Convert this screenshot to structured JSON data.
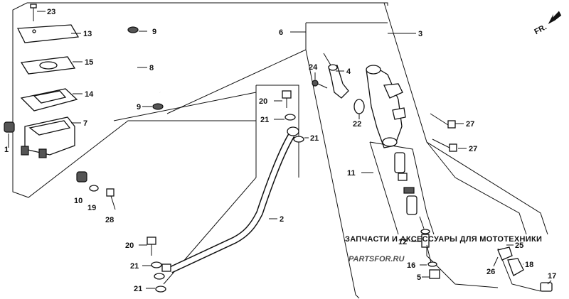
{
  "direction_label": "FR.",
  "watermark": {
    "caption": "ЗАПЧАСТИ И АКСЕССУАРЫ ДЛЯ МОТОТЕХНИКИ",
    "brand": "PARTSFOR.RU"
  },
  "callouts": {
    "c1": "1",
    "c2": "2",
    "c3": "3",
    "c4": "4",
    "c5": "5",
    "c6": "6",
    "c7": "7",
    "c8": "8",
    "c9a": "9",
    "c9b": "9",
    "c10": "10",
    "c11": "11",
    "c12": "12",
    "c13": "13",
    "c14": "14",
    "c15": "15",
    "c16": "16",
    "c17": "17",
    "c18": "18",
    "c19": "19",
    "c20a": "20",
    "c20b": "20",
    "c21a": "21",
    "c21b": "21",
    "c21c": "21",
    "c21d": "21",
    "c22": "22",
    "c23": "23",
    "c24": "24",
    "c25": "25",
    "c26": "26",
    "c27a": "27",
    "c27b": "27",
    "c28": "28"
  }
}
